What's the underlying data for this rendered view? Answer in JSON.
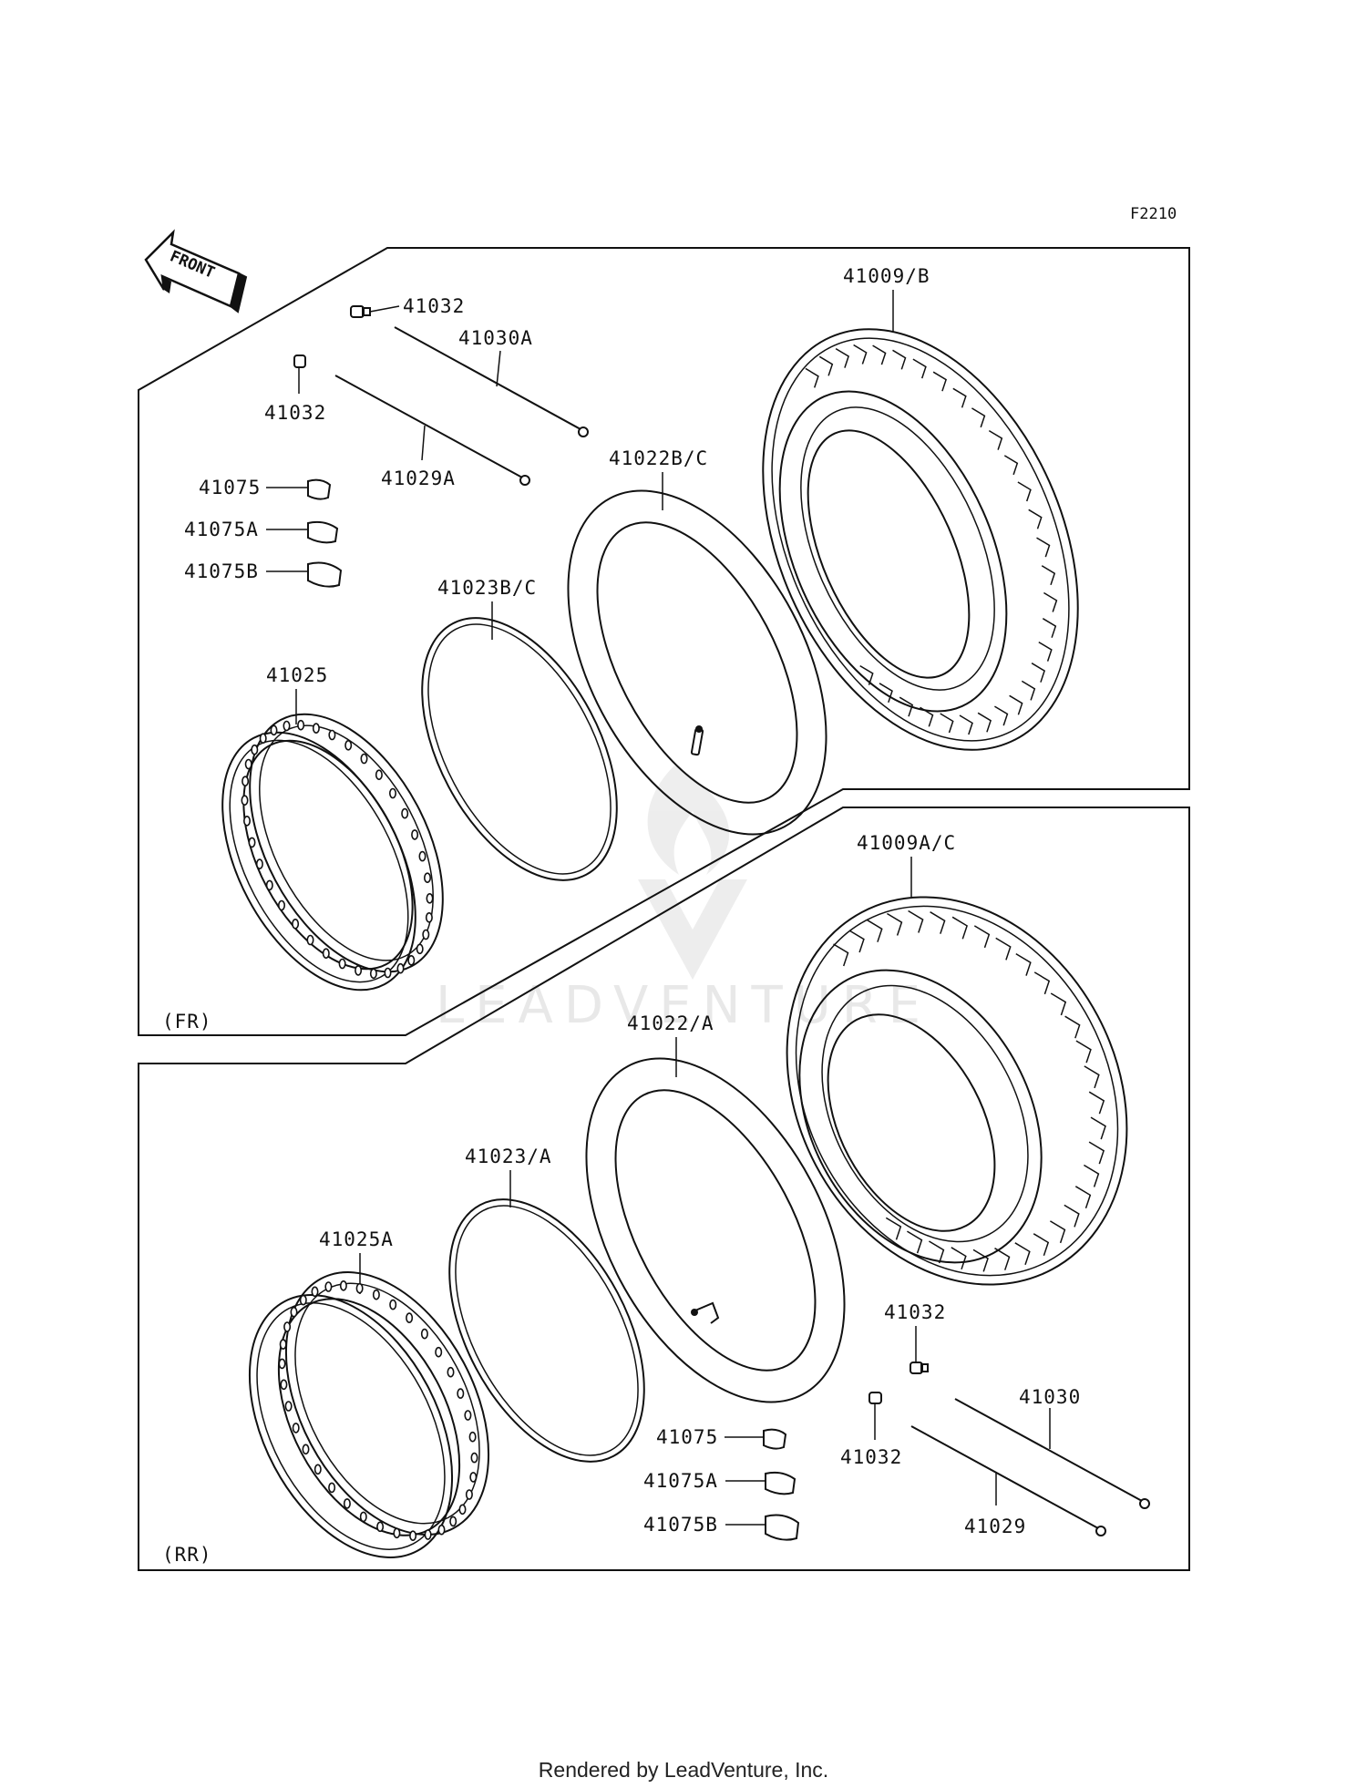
{
  "page": {
    "diagram_code": "F2210",
    "front_label": "FRONT",
    "footer": "Rendered by LeadVenture, Inc.",
    "watermark": "LEADVENTURE"
  },
  "front_section": {
    "tag": "(FR)",
    "labels": {
      "valve_cap_top": "41032",
      "spoke_a": "41030A",
      "valve_cap_left": "41032",
      "spoke_b": "41029A",
      "weight": "41075",
      "weight_a": "41075A",
      "weight_b": "41075B",
      "rim": "41025",
      "rim_band": "41023B/C",
      "tube": "41022B/C",
      "tire": "41009/B"
    }
  },
  "rear_section": {
    "tag": "(RR)",
    "labels": {
      "tire": "41009A/C",
      "tube": "41022/A",
      "rim_band": "41023/A",
      "rim": "41025A",
      "valve_cap_right": "41032",
      "valve_cap_left": "41032",
      "spoke_a": "41030",
      "spoke_b": "41029",
      "weight": "41075",
      "weight_a": "41075A",
      "weight_b": "41075B"
    }
  }
}
